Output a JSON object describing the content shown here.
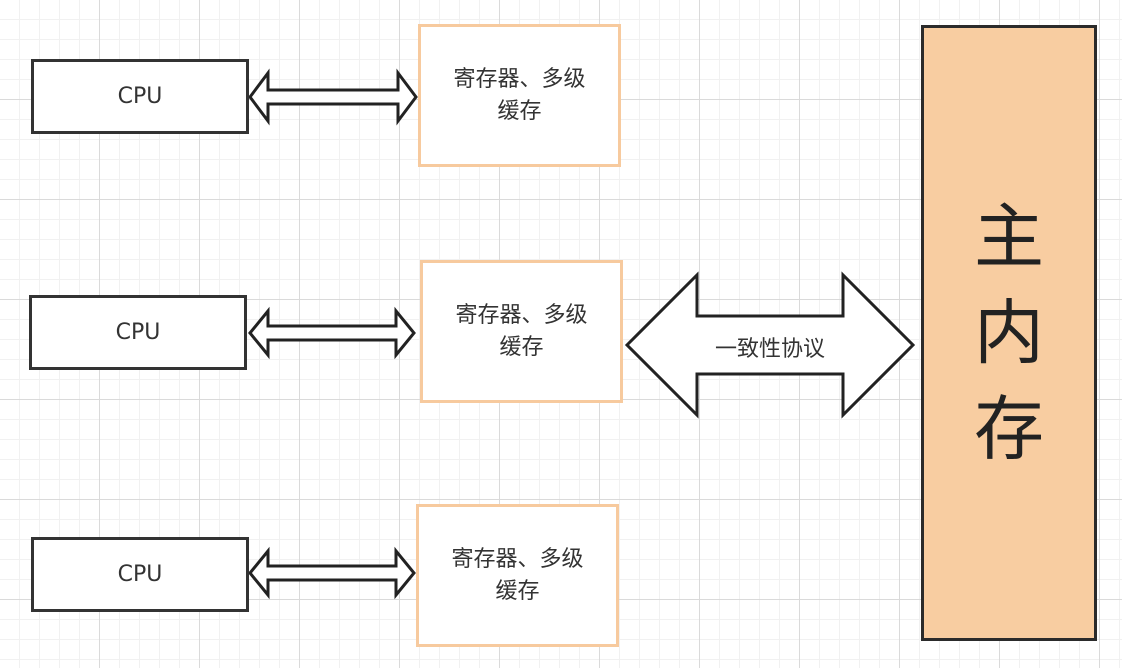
{
  "cpu_units": [
    {
      "label": "CPU"
    },
    {
      "label": "CPU"
    },
    {
      "label": "CPU"
    }
  ],
  "caches": [
    {
      "line1": "寄存器、多级",
      "line2": "缓存"
    },
    {
      "line1": "寄存器、多级",
      "line2": "缓存"
    },
    {
      "line1": "寄存器、多级",
      "line2": "缓存"
    }
  ],
  "protocol": {
    "label": "一致性协议"
  },
  "main_memory": {
    "chars": [
      "主",
      "内",
      "存"
    ]
  },
  "colors": {
    "cpu_border": "#333333",
    "cache_border": "#f7ca9e",
    "memory_fill": "#f8cda1",
    "memory_border": "#2b2b2b",
    "arrow_stroke": "#222222"
  }
}
